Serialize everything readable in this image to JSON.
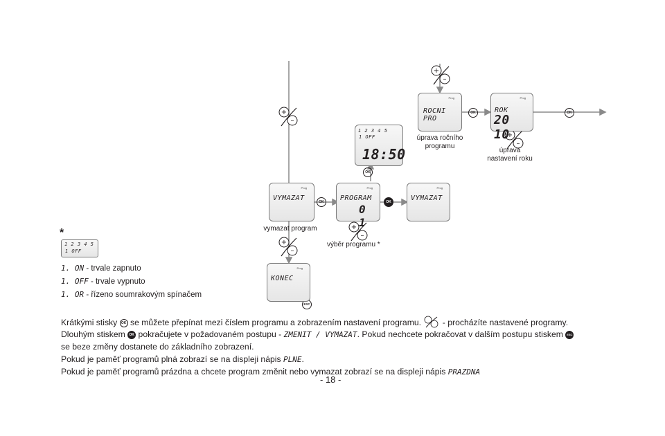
{
  "screens": {
    "day_display": {
      "days": "1 2 3 4 5",
      "mode": "1 OFF",
      "time": "18:50"
    },
    "rocni_pro": {
      "prog": "Prog",
      "title": "ROCNI PRO"
    },
    "rok": {
      "prog": "Prog",
      "title": "ROK",
      "value": "20 10"
    },
    "vymazat_left": {
      "prog": "Prog",
      "title": "VYMAZAT"
    },
    "program": {
      "prog": "Prog",
      "title": "PROGRAM",
      "value": "0 1"
    },
    "vymazat_right": {
      "prog": "Prog",
      "title": "VYMAZAT"
    },
    "konec": {
      "prog": "Prog",
      "title": "KONEC"
    },
    "small": {
      "days": "1 2 3 4 5",
      "mode": "1 OFF"
    }
  },
  "captions": {
    "uprava_rocniho": "úprava ročního programu",
    "uprava_nastaveni_roku": "úprava nastavení roku",
    "vymazat_program": "vymazat program",
    "vyber_programu": "výběr programu *"
  },
  "buttons": {
    "ok": "OK",
    "esc": "ESC",
    "plus": "+",
    "minus": "–"
  },
  "legend": {
    "asterisk": "*",
    "items": [
      {
        "code": "1. ON",
        "text": " - trvale zapnuto"
      },
      {
        "code": "1. OFF",
        "text": " - trvale vypnuto"
      },
      {
        "code": "1. OR",
        "text": " - řízeno soumrakovým spínačem"
      }
    ]
  },
  "text": {
    "l1a": "Krátkými stisky ",
    "l1b": " se můžete přepínat mezi číslem programu a zobrazením nastavení programu. ",
    "l1c": " - procházíte nastavené programy.",
    "l2a": "Dlouhým stiskem ",
    "l2b": " pokračujete v požadovaném postupu - ",
    "l2c": "ZMENIT / VYMAZAT",
    "l2d": ". Pokud nechcete pokračovat v dalším postupu stiskem ",
    "l3": "se beze změny dostanete do základního zobrazení.",
    "l4a": "Pokud je paměť programů plná zobrazí se na displeji nápis ",
    "l4b": "PLNE",
    "l4c": ".",
    "l5a": "Pokud je paměť programů prázdna a chcete program změnit nebo vymazat zobrazí se na displeji nápis ",
    "l5b": "PRAZDNA"
  },
  "page_number": "- 18 -"
}
